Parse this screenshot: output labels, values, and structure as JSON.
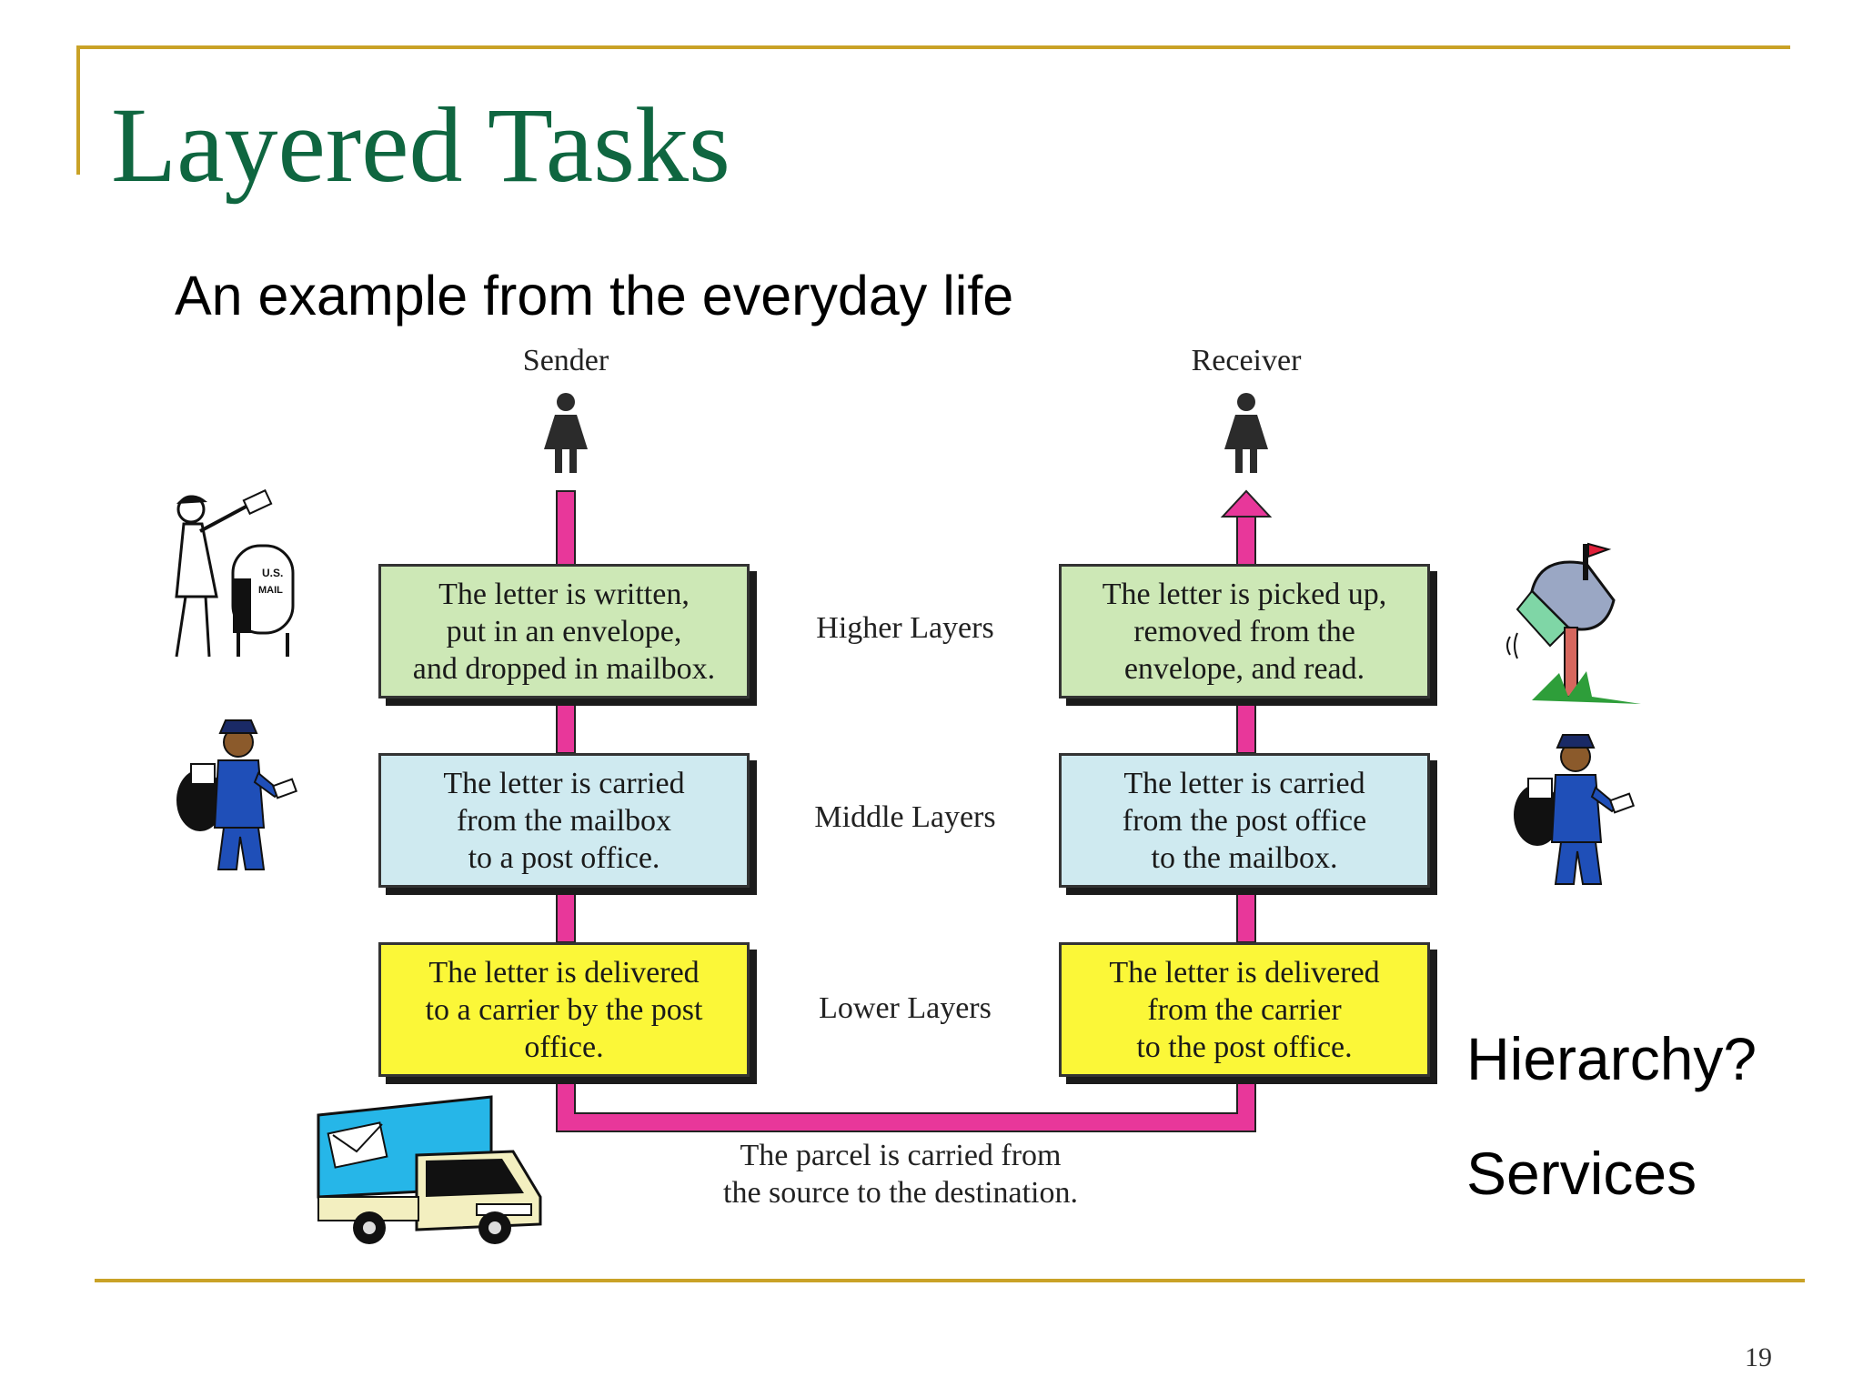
{
  "slide": {
    "title": "Layered Tasks",
    "subtitle": "An example from the everyday life",
    "page_number": "19",
    "accent_color": "#c9a227",
    "title_color": "#0f6640"
  },
  "diagram": {
    "sender_label": "Sender",
    "receiver_label": "Receiver",
    "layer_labels": {
      "higher": "Higher Layers",
      "middle": "Middle Layers",
      "lower": "Lower Layers"
    },
    "sender_boxes": {
      "higher": "The letter is written,\nput in an envelope,\nand dropped in mailbox.",
      "middle": "The letter is carried\nfrom the mailbox\nto a post office.",
      "lower": "The letter is delivered\nto a carrier by the post\noffice."
    },
    "receiver_boxes": {
      "higher": "The letter is picked up,\nremoved from the\nenvelope, and read.",
      "middle": "The letter is carried\nfrom the post office\nto the mailbox.",
      "lower": "The letter is delivered\nfrom the carrier\nto the post office."
    },
    "parcel_text": "The parcel is carried from\nthe source to the destination.",
    "path_color": "#e8379a",
    "box_colors": {
      "higher": "#cde8b6",
      "middle": "#cfeaf0",
      "lower": "#fbf738"
    }
  },
  "side_notes": {
    "hierarchy": "Hierarchy?",
    "services": "Services"
  },
  "icons": [
    "person-icon",
    "mailbox-icon",
    "mail-carrier-icon",
    "truck-icon"
  ],
  "mailbox_text": {
    "line1": "U.S.",
    "line2": "MAIL"
  }
}
